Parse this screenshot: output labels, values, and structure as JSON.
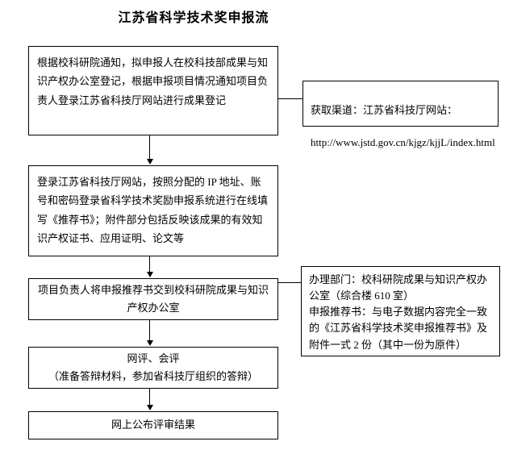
{
  "page_title": "江苏省科学技术奖申报流",
  "nodes": [
    {
      "text": "根据校科研院通知，拟申报人在校科技部成果与知识产权办公室登记，根据申报项目情况通知项目负责人登录江苏省科技厅网站进行成果登记"
    },
    {
      "text": "登录江苏省科技厅网站，按照分配的 IP 地址、账号和密码登录省科学技术奖励申报系统进行在线填写《推荐书》；附件部分包括反映该成果的有效知识产权证书、应用证明、论文等"
    },
    {
      "text": "项目负责人将申报推荐书交到校科研院成果与知识产权办公室"
    },
    {
      "text": "网评、会评\n（准备答辩材料，参加省科技厅组织的答辩）"
    },
    {
      "text": "网上公布评审结果"
    }
  ],
  "side_notes": [
    {
      "label": "获取渠道：江苏省科技厅网站：",
      "url": "http://www.jstd.gov.cn/kjgz/kjjL/index.html"
    },
    {
      "text": "办理部门：校科研院成果与知识产权办公室（综合楼 610 室）\n申报推荐书：与电子数据内容完全一致的《江苏省科学技术奖申报推荐书》及附件一式 2 份（其中一份为原件）"
    }
  ]
}
